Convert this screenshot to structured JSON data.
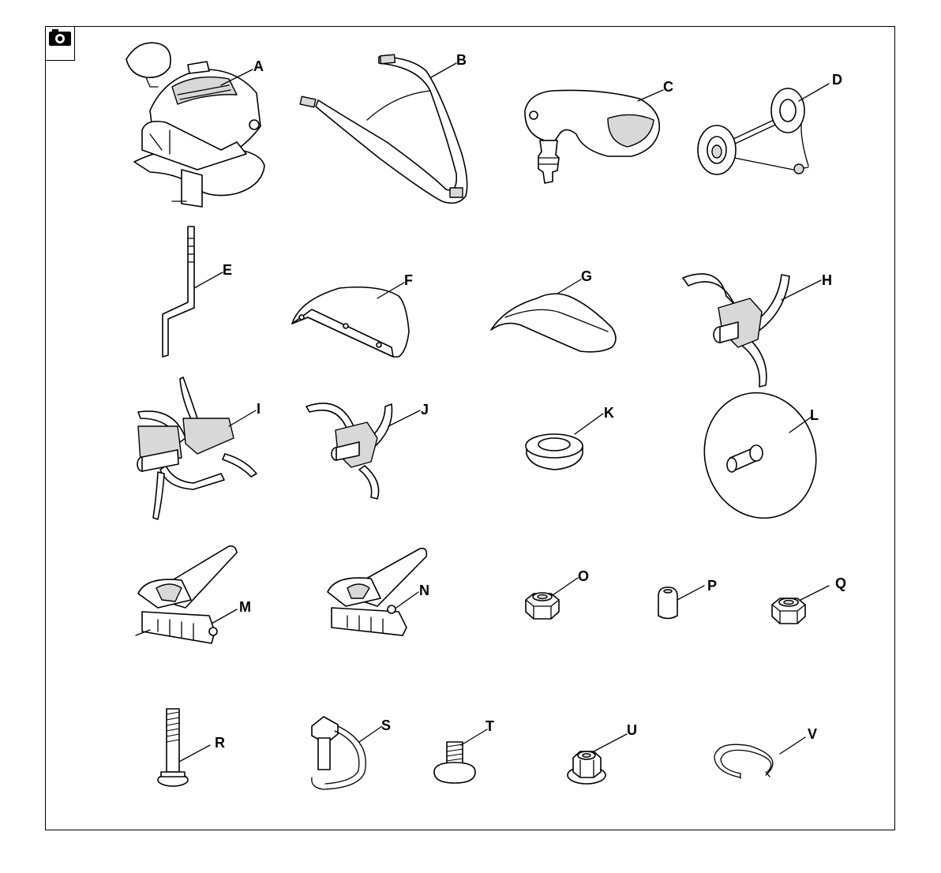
{
  "frame_icon": "camera-icon",
  "parts": [
    {
      "id": "A",
      "label": "A",
      "icon": "engine-unit-icon"
    },
    {
      "id": "B",
      "label": "B",
      "icon": "handlebar-icon"
    },
    {
      "id": "C",
      "label": "C",
      "icon": "handle-bracket-icon"
    },
    {
      "id": "D",
      "label": "D",
      "icon": "transport-wheels-icon"
    },
    {
      "id": "E",
      "label": "E",
      "icon": "depth-stake-icon"
    },
    {
      "id": "F",
      "label": "F",
      "icon": "tine-guard-icon"
    },
    {
      "id": "G",
      "label": "G",
      "icon": "cover-icon"
    },
    {
      "id": "H",
      "label": "H",
      "icon": "tine-set-icon"
    },
    {
      "id": "I",
      "label": "I",
      "icon": "double-tine-set-icon"
    },
    {
      "id": "J",
      "label": "J",
      "icon": "tine-set-icon"
    },
    {
      "id": "K",
      "label": "K",
      "icon": "spacer-ring-icon"
    },
    {
      "id": "L",
      "label": "L",
      "icon": "protective-disc-icon"
    },
    {
      "id": "M",
      "label": "M",
      "icon": "clamp-lever-icon"
    },
    {
      "id": "N",
      "label": "N",
      "icon": "clamp-lever-icon"
    },
    {
      "id": "O",
      "label": "O",
      "icon": "lock-nut-icon"
    },
    {
      "id": "P",
      "label": "P",
      "icon": "sleeve-icon"
    },
    {
      "id": "Q",
      "label": "Q",
      "icon": "lock-nut-icon"
    },
    {
      "id": "R",
      "label": "R",
      "icon": "bolt-icon"
    },
    {
      "id": "S",
      "label": "S",
      "icon": "lynch-pin-icon"
    },
    {
      "id": "T",
      "label": "T",
      "icon": "carriage-bolt-icon"
    },
    {
      "id": "U",
      "label": "U",
      "icon": "flange-nut-icon"
    },
    {
      "id": "V",
      "label": "V",
      "icon": "spring-clip-icon"
    }
  ]
}
